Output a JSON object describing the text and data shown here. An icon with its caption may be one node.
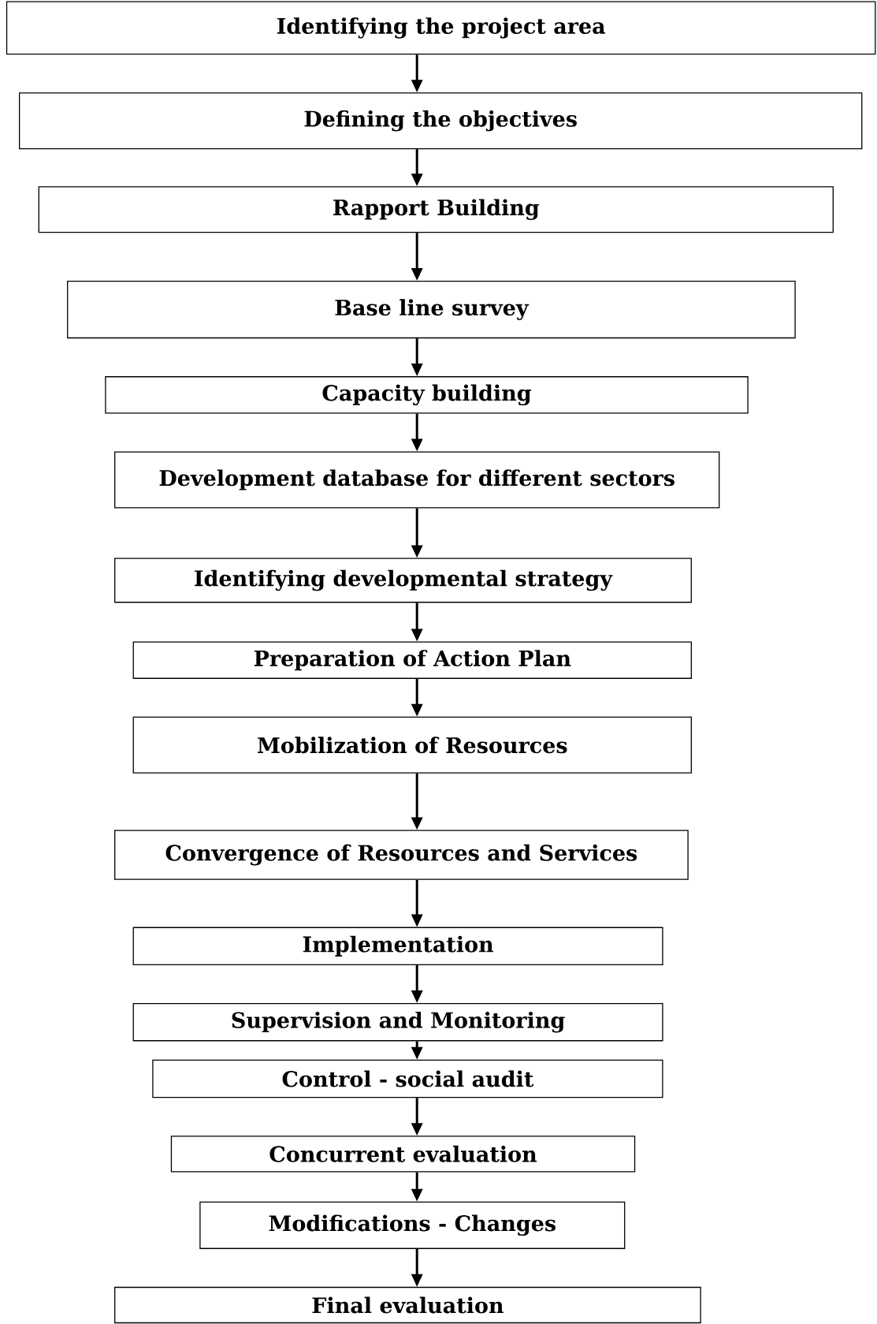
{
  "diagram": {
    "nodes": [
      {
        "text": [
          "Identifying the project area"
        ]
      },
      {
        "text": [
          "Defining the objectives"
        ]
      },
      {
        "text": [
          "Rapport Building"
        ]
      },
      {
        "text": [
          "Base line survey"
        ]
      },
      {
        "text": [
          "Capacity building"
        ]
      },
      {
        "text": [
          "Development database for different sectors"
        ]
      },
      {
        "text": [
          "Identifying developmental strategy"
        ]
      },
      {
        "text": [
          "Preparation of Action Plan"
        ]
      },
      {
        "text": [
          "Mobilization of Resources"
        ]
      },
      {
        "text": [
          "Convergence of Resources and Services"
        ]
      },
      {
        "text": [
          "Implementation"
        ]
      },
      {
        "text": [
          "Supervision and Monitoring"
        ]
      },
      {
        "text": [
          "Control - social audit"
        ]
      },
      {
        "text": [
          "Concurrent evaluation"
        ]
      },
      {
        "text": [
          "Modifications - Changes"
        ]
      },
      {
        "text": [
          "Final evaluation"
        ]
      }
    ],
    "edges": [
      {
        "from": 0,
        "to": 1,
        "arrow": "to"
      },
      {
        "from": 1,
        "to": 2,
        "arrow": "to"
      },
      {
        "from": 2,
        "to": 3,
        "arrow": "to"
      },
      {
        "from": 3,
        "to": 4,
        "arrow": "to"
      },
      {
        "from": 4,
        "to": 5,
        "arrow": "to"
      },
      {
        "from": 5,
        "to": 6,
        "arrow": "to"
      },
      {
        "from": 6,
        "to": 7,
        "arrow": "to"
      },
      {
        "from": 7,
        "to": 8,
        "arrow": "to"
      },
      {
        "from": 8,
        "to": 9,
        "arrow": "to"
      },
      {
        "from": 9,
        "to": 10,
        "arrow": "to"
      },
      {
        "from": 10,
        "to": 11,
        "arrow": "to"
      },
      {
        "from": 11,
        "to": 12,
        "arrow": "to"
      },
      {
        "from": 12,
        "to": 13,
        "arrow": "to"
      },
      {
        "from": 13,
        "to": 14,
        "arrow": "to"
      },
      {
        "from": 14,
        "to": 15,
        "arrow": "to"
      }
    ]
  }
}
